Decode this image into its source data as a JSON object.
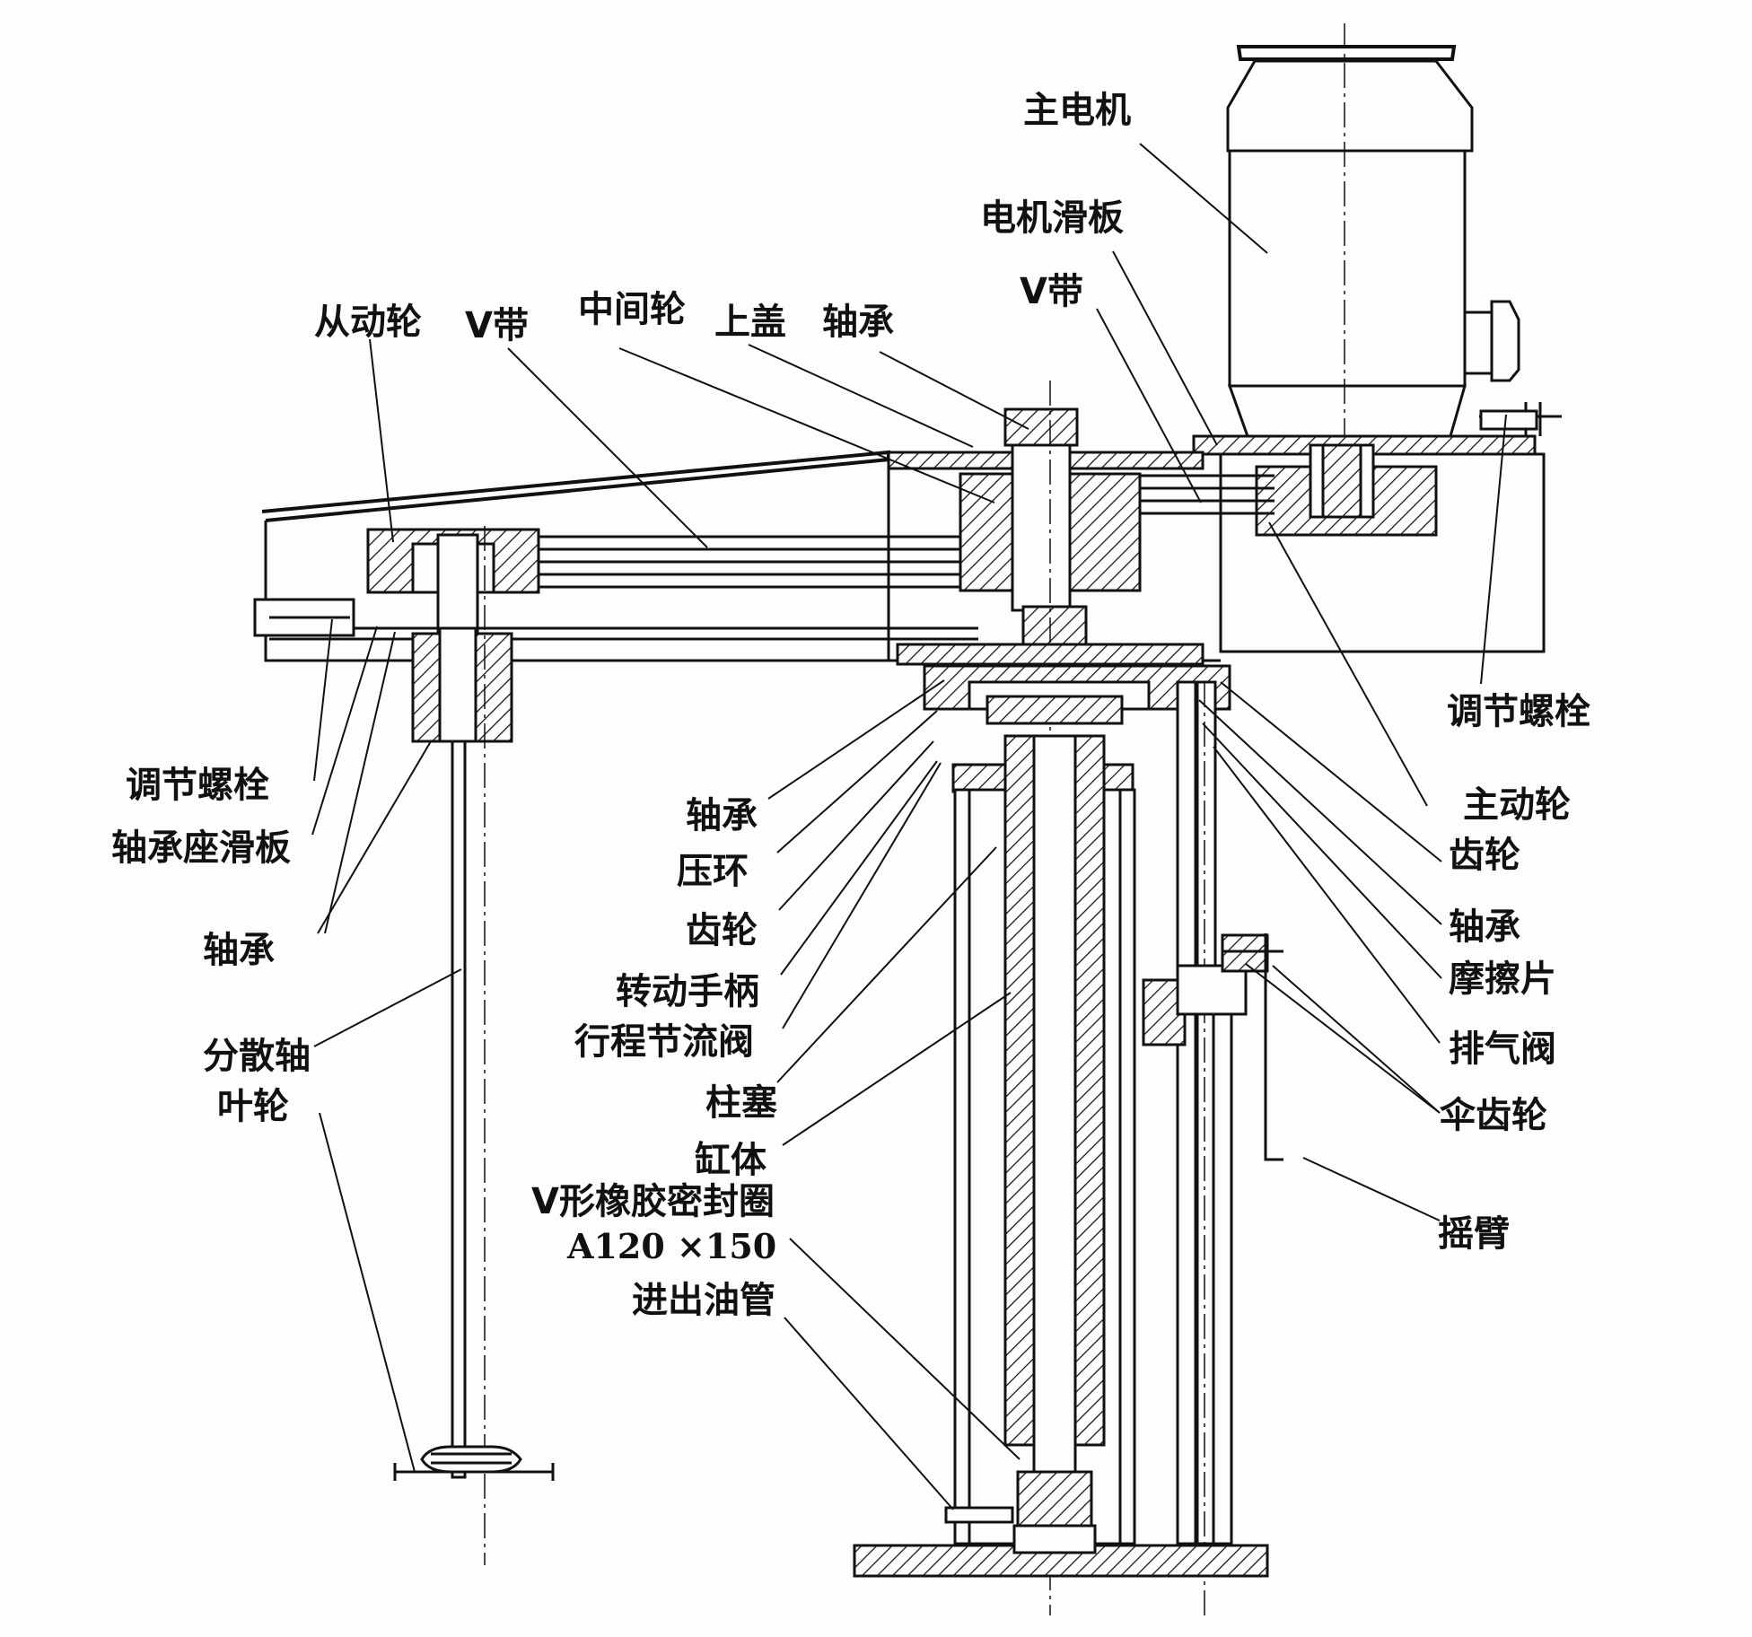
{
  "labels": {
    "main_motor": "主电机",
    "motor_slide": "电机滑板",
    "v_belt_right": "V带",
    "driven_wheel": "从动轮",
    "v_belt_left": "V带",
    "idler_wheel": "中间轮",
    "top_cover": "上盖",
    "bearing_top": "轴承",
    "adjust_bolt_left": "调节螺栓",
    "bearing_seat_slide": "轴承座滑板",
    "bearing_left": "轴承",
    "dispersing_shaft": "分散轴",
    "impeller": "叶轮",
    "bearing_mid": "轴承",
    "press_ring": "压环",
    "gear_mid": "齿轮",
    "rotate_handle": "转动手柄",
    "stroke_throttle_valve": "行程节流阀",
    "plunger": "柱塞",
    "cylinder": "缸体",
    "v_seal": "V形橡胶密封圈",
    "seal_spec": "A120 ×150",
    "oil_pipe": "进出油管",
    "adjust_bolt_right": "调节螺栓",
    "driving_wheel": "主动轮",
    "gear_right": "齿轮",
    "bearing_right": "轴承",
    "friction_plate": "摩擦片",
    "vent_valve": "排气阀",
    "bevel_gear": "伞齿轮",
    "rocker_arm": "摇臂"
  }
}
